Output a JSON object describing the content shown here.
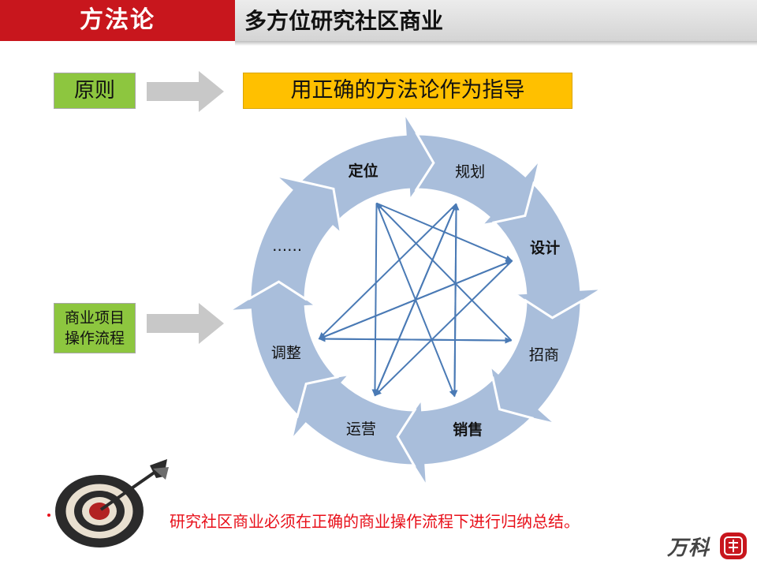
{
  "header": {
    "section_title": "方法论",
    "slide_title": "多方位研究社区商业"
  },
  "principle": {
    "label": "原则",
    "statement": "用正确的方法论作为指导"
  },
  "process": {
    "line1": "商业项目",
    "line2": "操作流程"
  },
  "cycle": {
    "stages": [
      "定位",
      "规划",
      "设计",
      "招商",
      "销售",
      "运营",
      "调整",
      "……"
    ],
    "bold_stages": [
      "定位",
      "设计",
      "销售"
    ]
  },
  "footer": {
    "note": "研究社区商业必须在正确的商业操作流程下进行归纳总结。",
    "logo": "万科"
  },
  "colors": {
    "header_red": "#c8161d",
    "green": "#8dc63f",
    "yellow": "#ffc000",
    "cycle_blue": "#a9bedb",
    "line_blue": "#4a7ab5",
    "note_red": "#e8101a"
  }
}
